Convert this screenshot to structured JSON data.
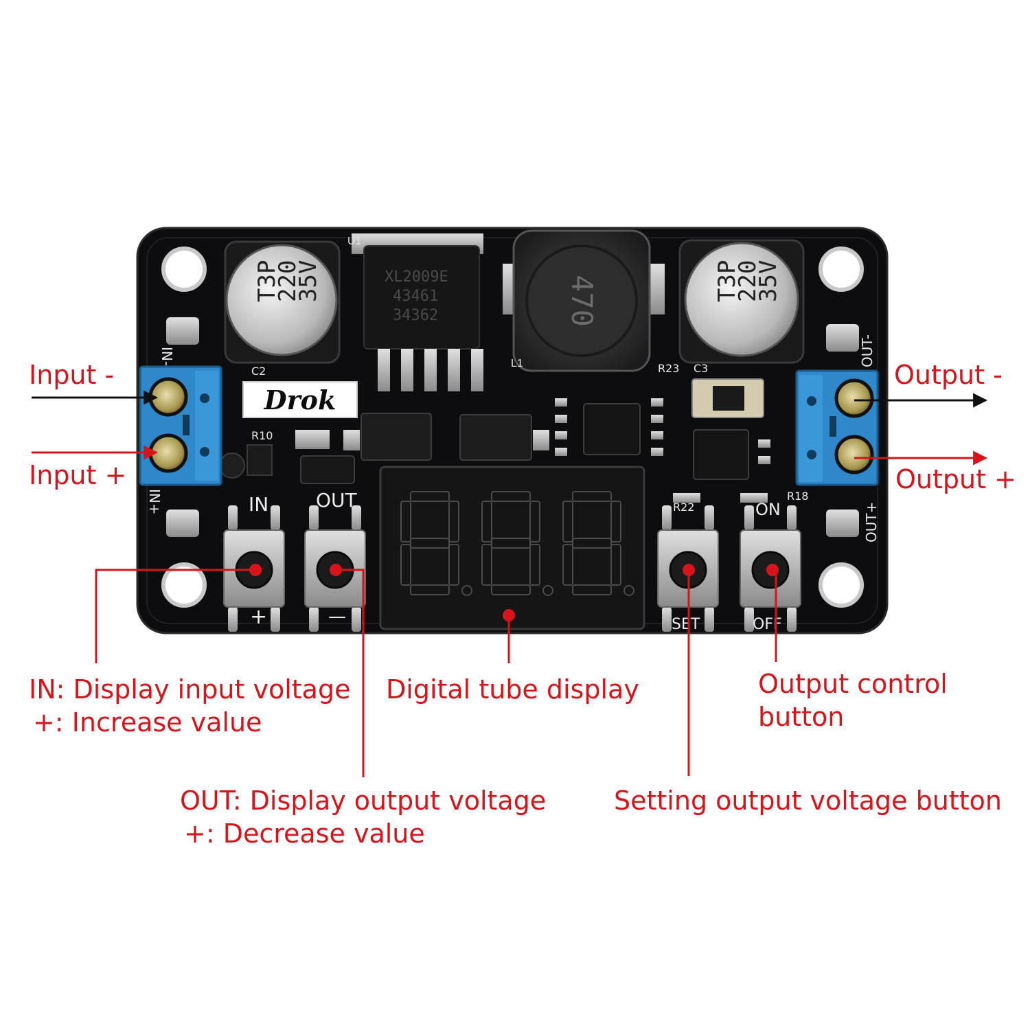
{
  "colors": {
    "accent": "#d7141b",
    "pcb": "#0d0d0f",
    "terminal": "#2e88c9",
    "display_segment": "#2a2a2a"
  },
  "board": {
    "brand": "Drok",
    "inductor_marking": "470",
    "capacitor_left": [
      "T3P",
      "220",
      "35V"
    ],
    "capacitor_right": [
      "T3P",
      "220",
      "35V"
    ],
    "regulator_marking": [
      "XL2009E",
      "43461",
      "34362"
    ],
    "silkscreen": {
      "in_minus": "IN-",
      "in_plus": "IN+",
      "out_minus": "OUT-",
      "out_plus": "OUT+",
      "btn_in": "IN",
      "btn_out": "OUT",
      "btn_plus": "+",
      "btn_minus": "—",
      "btn_set": "SET",
      "btn_on": "ON",
      "btn_off": "OFF",
      "u1": "U1",
      "l1": "L1",
      "c2": "C2",
      "c3": "C3",
      "r10": "R10",
      "r22": "R22",
      "r18": "R18",
      "r23": "R23"
    }
  },
  "labels": {
    "input_minus": "Input -",
    "input_plus": "Input +",
    "output_minus": "Output -",
    "output_plus": "Output +",
    "in_button": [
      "IN: Display input voltage",
      "+: Increase value"
    ],
    "out_button": [
      "OUT: Display output voltage",
      "+: Decrease value"
    ],
    "display": "Digital tube display",
    "output_control": [
      "Output control",
      "button"
    ],
    "set_button": "Setting output voltage button"
  }
}
